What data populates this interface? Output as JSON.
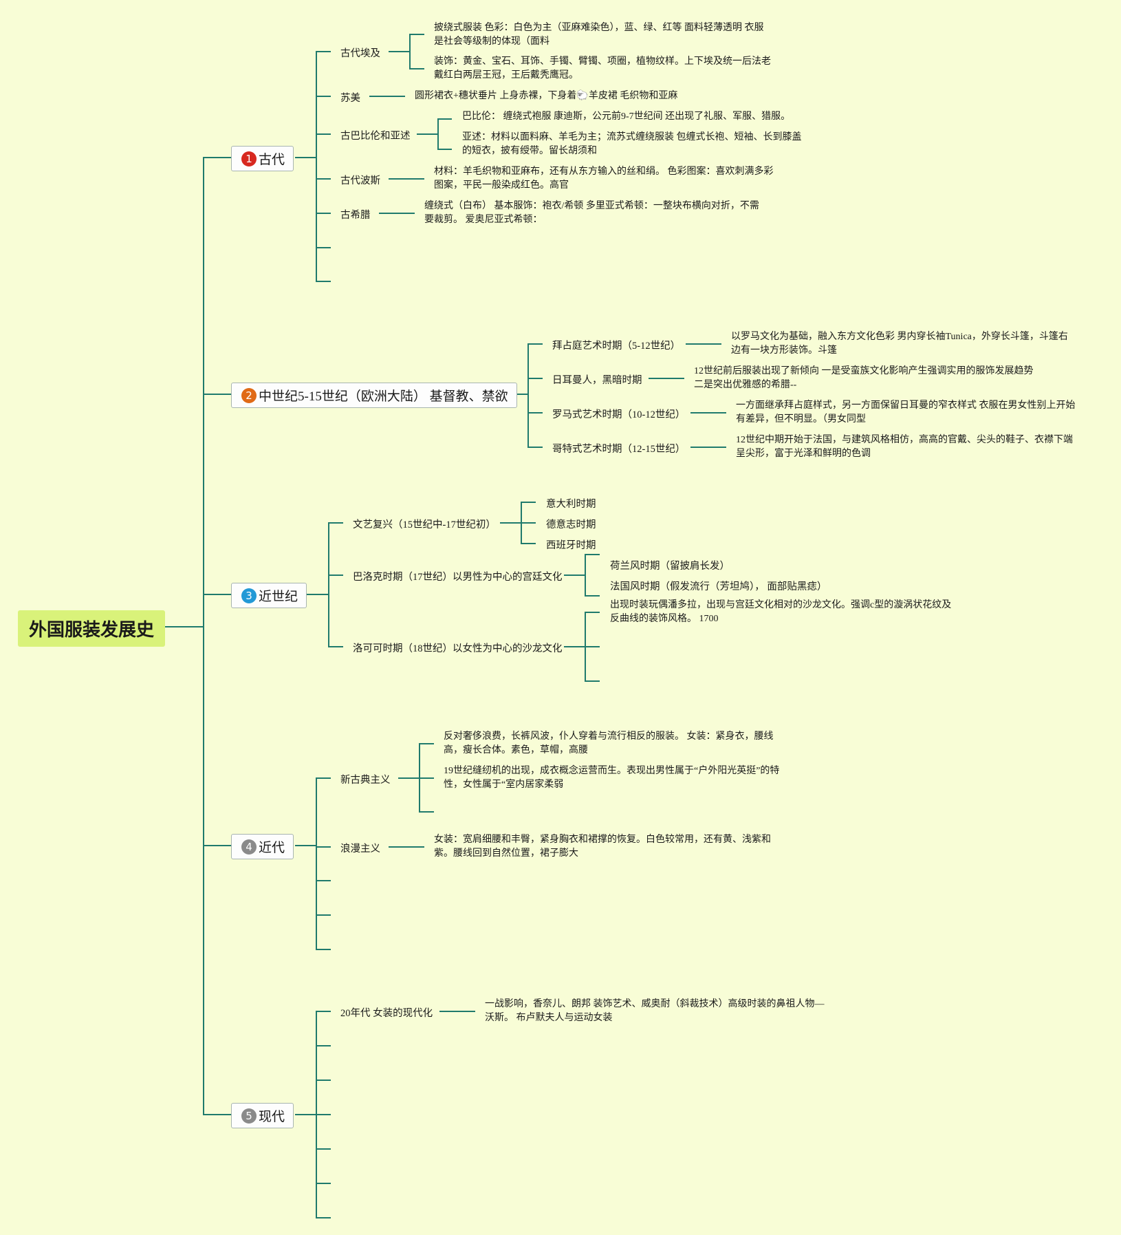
{
  "root": {
    "title": "外国服装发展史"
  },
  "badges": {
    "b1": {
      "num": "1",
      "color": "#d7281f"
    },
    "b2": {
      "num": "2",
      "color": "#e06a16"
    },
    "b3": {
      "num": "3",
      "color": "#2399d6"
    },
    "b4": {
      "num": "4",
      "color": "#8a8a8a"
    },
    "b5": {
      "num": "5",
      "color": "#8a8a8a"
    }
  },
  "sections": {
    "ancient": {
      "label": "古代",
      "egypt": {
        "label": "古代埃及",
        "leaf1": [
          "披绕式服装 色彩：白色为主（亚麻难染色），蓝、绿、红等 面料轻薄透明 衣服",
          "是社会等级制的体现（面料"
        ],
        "leaf2": [
          "装饰：黄金、宝石、耳饰、手镯、臂镯、项圈，植物纹样。上下埃及统一后法老",
          "戴红白两层王冠，王后戴秃鹰冠。"
        ]
      },
      "sumer": {
        "label": "苏美",
        "leaf": [
          "圆形裙衣+穗状垂片 上身赤裸，下身着🐑羊皮裙 毛织物和亚麻"
        ]
      },
      "babylon": {
        "label": "古巴比伦和亚述",
        "leaf1": [
          "巴比伦： 缠绕式袍服 康迪斯，公元前9-7世纪间 还出现了礼服、军服、猎服。"
        ],
        "leaf2": [
          "亚述：材料以面料麻、羊毛为主；流苏式缠绕服装 包缠式长袍、短袖、长到膝盖",
          "的短衣，披有绶带。留长胡须和"
        ]
      },
      "persia": {
        "label": "古代波斯",
        "leaf": [
          "材料：羊毛织物和亚麻布，还有从东方输入的丝和绢。 色彩图案：喜欢刺满多彩",
          "图案，平民一般染成红色。高官"
        ]
      },
      "greece": {
        "label": "古希腊",
        "leaf": [
          "缠绕式（白布） 基本服饰：袍衣/希顿 多里亚式希顿：一整块布横向对折，不需",
          "要裁剪。 爱奥尼亚式希顿："
        ]
      }
    },
    "medieval": {
      "label": "中世纪5-15世纪（欧洲大陆） 基督教、禁欲",
      "byzantine": {
        "label": "拜占庭艺术时期（5-12世纪）",
        "leaf": [
          "以罗马文化为基础，融入东方文化色彩 男内穿长袖Tunica，外穿长斗篷，斗篷右",
          "边有一块方形装饰。斗篷"
        ]
      },
      "germanic": {
        "label": "日耳曼人，黑暗时期",
        "leaf": [
          "12世纪前后服装出现了新倾向 一是受蛮族文化影响产生强调实用的服饰发展趋势",
          "二是突出优雅感的希腊--"
        ]
      },
      "romanesque": {
        "label": "罗马式艺术时期（10-12世纪）",
        "leaf": [
          "一方面继承拜占庭样式，另一方面保留日耳曼的窄衣样式 衣服在男女性别上开始",
          "有差异，但不明显。（男女同型"
        ]
      },
      "gothic": {
        "label": "哥特式艺术时期（12-15世纪）",
        "leaf": [
          "12世纪中期开始于法国，与建筑风格相仿，高高的官戴、尖头的鞋子、衣襟下端",
          "呈尖形，富于光泽和鲜明的色调"
        ]
      }
    },
    "early_modern": {
      "label": "近世纪",
      "renaissance": {
        "label": "文艺复兴（15世纪中-17世纪初）",
        "italy": "意大利时期",
        "germany": "德意志时期",
        "spain": "西班牙时期"
      },
      "baroque": {
        "label": "巴洛克时期（17世纪）以男性为中心的宫廷文化",
        "dutch": "荷兰风时期（留披肩长发）",
        "french": "法国风时期（假发流行（芳坦鸠）， 面部贴黑痣）"
      },
      "rococo": {
        "label": "洛可可时期（18世纪）以女性为中心的沙龙文化",
        "leaf": [
          "出现时装玩偶潘多拉，出现与宫廷文化相对的沙龙文化。强调c型的漩涡状花纹及",
          "反曲线的装饰风格。 1700"
        ]
      }
    },
    "modern": {
      "label": "近代",
      "neoclassical": {
        "label": "新古典主义",
        "leaf1": [
          "反对奢侈浪费，长裤风波，仆人穿着与流行相反的服装。 女装：紧身衣，腰线",
          "高，瘦长合体。素色，草帽，高腰"
        ],
        "leaf2": [
          "19世纪缝纫机的出现，成衣概念运营而生。表现出男性属于“户外阳光英挺”的特",
          "性，女性属于“室内居家柔弱"
        ]
      },
      "romanticism": {
        "label": "浪漫主义",
        "leaf": [
          "女装：宽肩细腰和丰臀，紧身胸衣和裙撑的恢复。白色较常用，还有黄、浅紫和",
          "紫。腰线回到自然位置，裙子膨大"
        ]
      }
    },
    "contemporary": {
      "label": "现代",
      "twenties": {
        "label": "20年代 女装的现代化",
        "leaf": [
          "一战影响，香奈儿、朗邦 装饰艺术、威奥耐（斜裁技术）高级时装的鼻祖人物—",
          "沃斯。 布卢默夫人与运动女装"
        ]
      }
    }
  }
}
